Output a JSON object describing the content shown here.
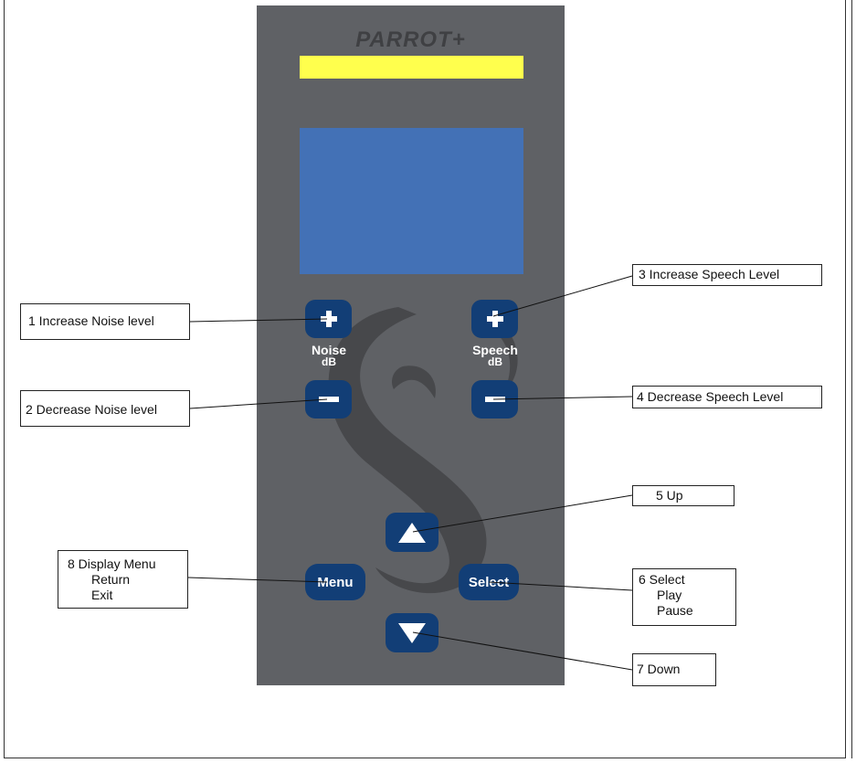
{
  "device": {
    "brand": "PARROT+",
    "colors": {
      "body": "#5f6165",
      "strip": "#ffff4d",
      "screen": "#4371b6",
      "button": "#123e76"
    }
  },
  "controls": {
    "noise_label": "Noise",
    "noise_unit": "dB",
    "speech_label": "Speech",
    "speech_unit": "dB",
    "menu_label": "Menu",
    "select_label": "Select",
    "icons": [
      "plus-icon",
      "minus-icon",
      "up-arrow-icon",
      "down-arrow-icon"
    ]
  },
  "callouts": {
    "c1": "1 Increase Noise level",
    "c2": "2 Decrease Noise level",
    "c3": "3   Increase Speech Level",
    "c4": "4 Decrease Speech Level",
    "c5": "5 Up",
    "c6": [
      "6  Select",
      "Play",
      "Pause"
    ],
    "c7": "7  Down",
    "c8": [
      "8    Display Menu",
      "Return",
      "Exit"
    ]
  }
}
